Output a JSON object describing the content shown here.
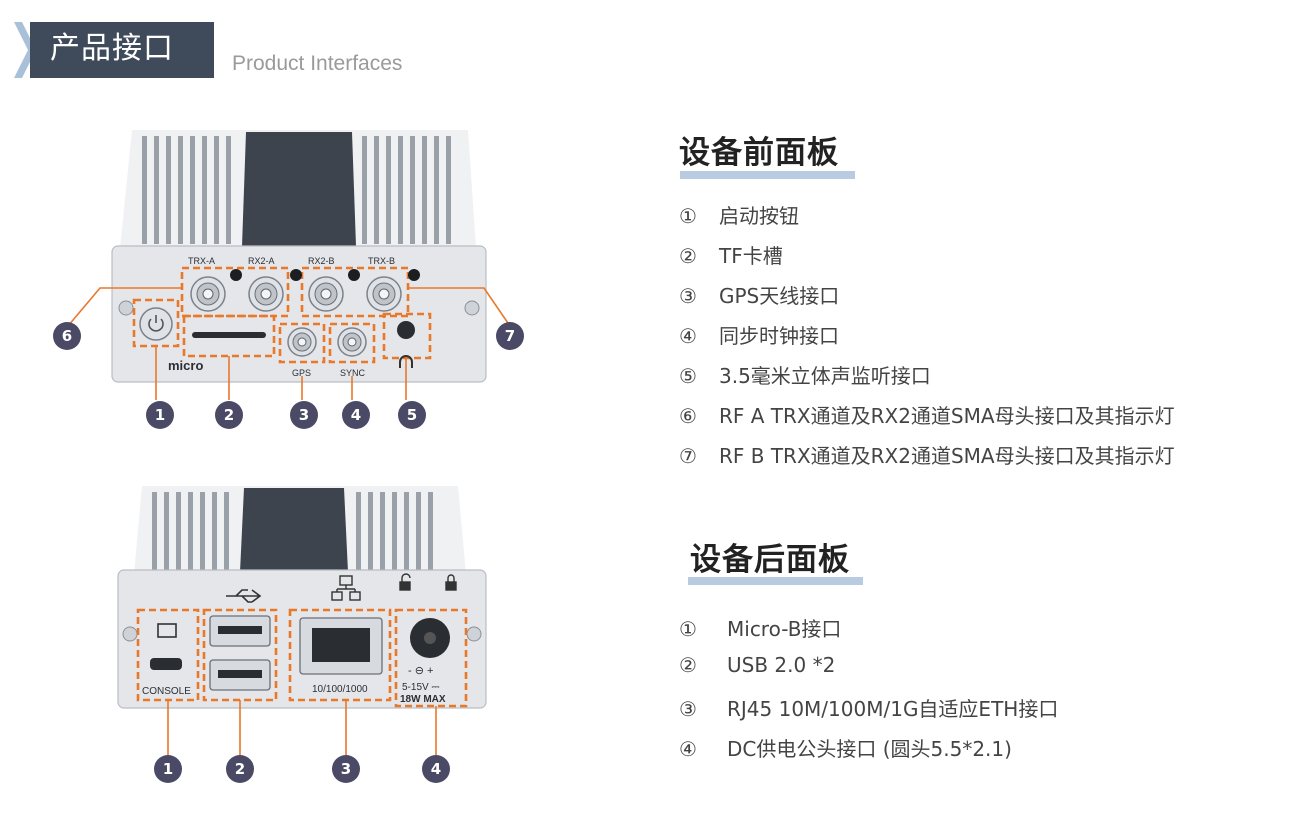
{
  "header": {
    "title": "产品接口",
    "subtitle": "Product Interfaces"
  },
  "front_panel": {
    "title": "设备前面板",
    "items": [
      {
        "num": "①",
        "text": "启动按钮"
      },
      {
        "num": "②",
        "text": "TF卡槽"
      },
      {
        "num": "③",
        "text": "GPS天线接口"
      },
      {
        "num": "④",
        "text": "同步时钟接口"
      },
      {
        "num": "⑤",
        "text": "3.5毫米立体声监听接口"
      },
      {
        "num": "⑥",
        "text": "RF A TRX通道及RX2通道SMA母头接口及其指示灯"
      },
      {
        "num": "⑦",
        "text": "RF B TRX通道及RX2通道SMA母头接口及其指示灯"
      }
    ],
    "image_labels": {
      "trx_a": "TRX-A",
      "rx2_a": "RX2-A",
      "rx2_b": "RX2-B",
      "trx_b": "TRX-B",
      "gps": "GPS",
      "sync": "SYNC"
    },
    "badges": [
      "1",
      "2",
      "3",
      "4",
      "5",
      "6",
      "7"
    ]
  },
  "rear_panel": {
    "title": "设备后面板",
    "items": [
      {
        "num": "①",
        "text": "Micro-B接口"
      },
      {
        "num": "②",
        "text": "USB 2.0 *2"
      },
      {
        "num": "③",
        "text": "RJ45 10M/100M/1G自适应ETH接口"
      },
      {
        "num": "④",
        "text": "DC供电公头接口 (圆头5.5*2.1)"
      }
    ],
    "image_labels": {
      "console": "CONSOLE",
      "eth_speed": "10/100/1000",
      "power_volt": "5-15V ⎓",
      "power_watt": "18W MAX"
    },
    "badges": [
      "1",
      "2",
      "3",
      "4"
    ]
  },
  "colors": {
    "header_bar": "#3f4a5a",
    "header_arrow": "#a9c0d9",
    "dash_orange": "#e8782a",
    "badge": "#4a4a66",
    "underline": "#b8cbe0"
  }
}
